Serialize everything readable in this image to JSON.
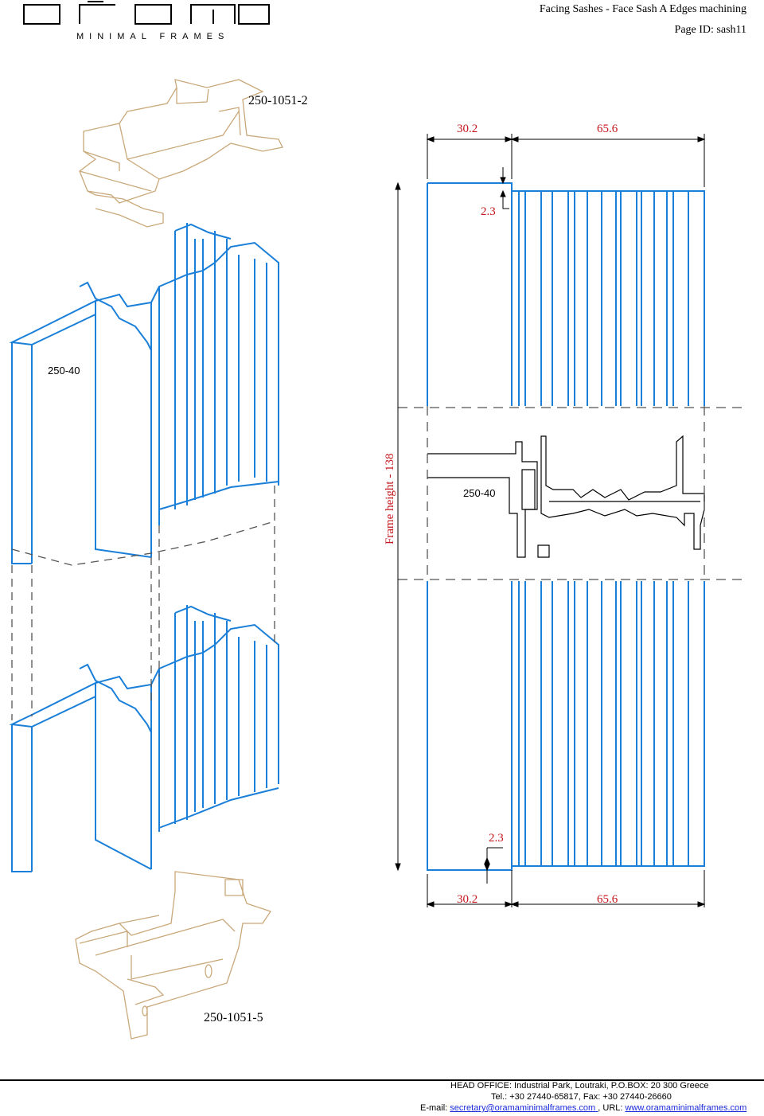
{
  "logo": {
    "subtitle": "MINIMAL FRAMES"
  },
  "header": {
    "title": "Facing Sashes - Face Sash A Edges machining",
    "page_id": "Page ID: sash11"
  },
  "drawing": {
    "code_top": "250-1051-2",
    "code_bottom": "250-1051-5",
    "profile_left": "250-40",
    "profile_center": "250-40",
    "frame_height_label": "Frame height - 138",
    "dims_top": {
      "a": "30.2",
      "b": "65.6",
      "c": "2.3"
    },
    "dims_bottom": {
      "a": "30.2",
      "b": "65.6",
      "c": "2.3"
    },
    "colors": {
      "profile": "#1a7fd8",
      "accessory": "#c9a87a",
      "dimension": "#c4161c",
      "dashed": "#555555"
    }
  },
  "footer": {
    "line1": "HEAD OFFICE:  Industrial Park, Loutraki, P.O.BOX: 20 300 Greece",
    "line2": "Tel.: +30 27440-65817, Fax: +30 27440-26660",
    "email_prefix": "E-mail: ",
    "email": "secretary@oramaminimalframes.com ",
    "url_prefix": " , URL: ",
    "url": "www.oramaminimalframes.com "
  }
}
